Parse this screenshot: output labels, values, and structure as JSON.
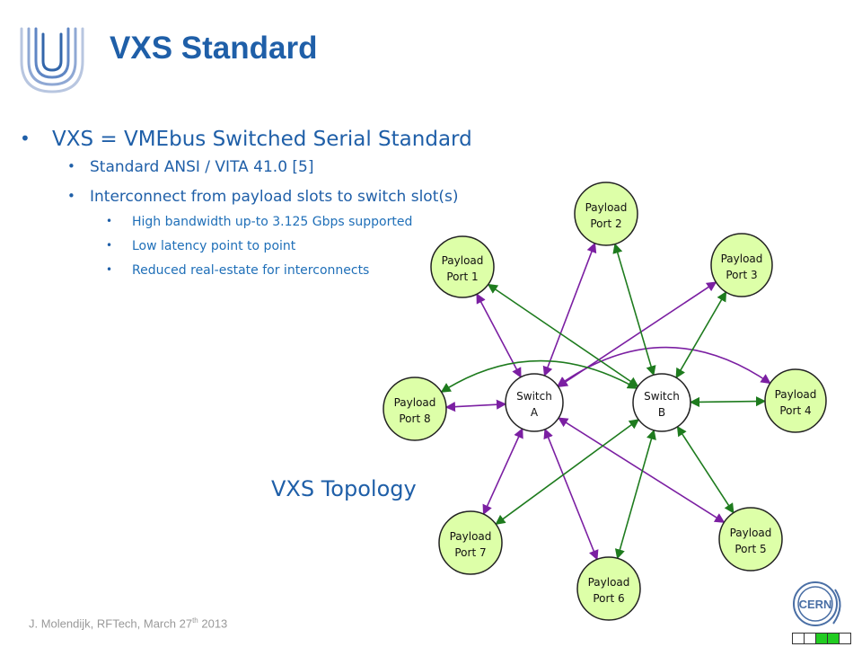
{
  "slide": {
    "title": "VXS Standard",
    "bullets": {
      "l1": "VXS = VMEbus Switched Serial Standard",
      "l2a": "Standard ANSI / VITA 41.0 [5]",
      "l2b": "Interconnect from payload slots to switch slot(s)",
      "l3a": "High bandwidth up-to 3.125 Gbps supported",
      "l3b": "Low latency point to point",
      "l3c": "Reduced real-estate for interconnects"
    },
    "caption": "VXS Topology",
    "footer": {
      "text": "J. Molendijk, RFTech, March 27",
      "sup": "th",
      "year": " 2013"
    },
    "logos": {
      "cern_text": "CERN"
    }
  },
  "diagram": {
    "switches": [
      {
        "id": "A",
        "line1": "Switch",
        "line2": "A"
      },
      {
        "id": "B",
        "line1": "Switch",
        "line2": "B"
      }
    ],
    "ports": [
      {
        "id": "p1",
        "line1": "Payload",
        "line2": "Port 1"
      },
      {
        "id": "p2",
        "line1": "Payload",
        "line2": "Port 2"
      },
      {
        "id": "p3",
        "line1": "Payload",
        "line2": "Port 3"
      },
      {
        "id": "p4",
        "line1": "Payload",
        "line2": "Port 4"
      },
      {
        "id": "p5",
        "line1": "Payload",
        "line2": "Port 5"
      },
      {
        "id": "p6",
        "line1": "Payload",
        "line2": "Port 6"
      },
      {
        "id": "p7",
        "line1": "Payload",
        "line2": "Port 7"
      },
      {
        "id": "p8",
        "line1": "Payload",
        "line2": "Port 8"
      }
    ],
    "links": [
      {
        "from": "A",
        "to": "p1",
        "color": "#7b1fa2"
      },
      {
        "from": "A",
        "to": "p2",
        "color": "#7b1fa2"
      },
      {
        "from": "A",
        "to": "p3",
        "color": "#7b1fa2"
      },
      {
        "from": "A",
        "to": "p4",
        "color": "#7b1fa2"
      },
      {
        "from": "A",
        "to": "p5",
        "color": "#7b1fa2"
      },
      {
        "from": "A",
        "to": "p6",
        "color": "#7b1fa2"
      },
      {
        "from": "A",
        "to": "p7",
        "color": "#7b1fa2"
      },
      {
        "from": "A",
        "to": "p8",
        "color": "#7b1fa2"
      },
      {
        "from": "B",
        "to": "p1",
        "color": "#1e7b1e"
      },
      {
        "from": "B",
        "to": "p2",
        "color": "#1e7b1e"
      },
      {
        "from": "B",
        "to": "p3",
        "color": "#1e7b1e"
      },
      {
        "from": "B",
        "to": "p4",
        "color": "#1e7b1e"
      },
      {
        "from": "B",
        "to": "p5",
        "color": "#1e7b1e"
      },
      {
        "from": "B",
        "to": "p6",
        "color": "#1e7b1e"
      },
      {
        "from": "B",
        "to": "p7",
        "color": "#1e7b1e"
      },
      {
        "from": "B",
        "to": "p8",
        "color": "#1e7b1e"
      }
    ],
    "colors": {
      "payload_fill": "#ddffa8",
      "switch_fill": "#ffffff",
      "a_links": "#7b1fa2",
      "b_links": "#1e7b1e"
    }
  }
}
